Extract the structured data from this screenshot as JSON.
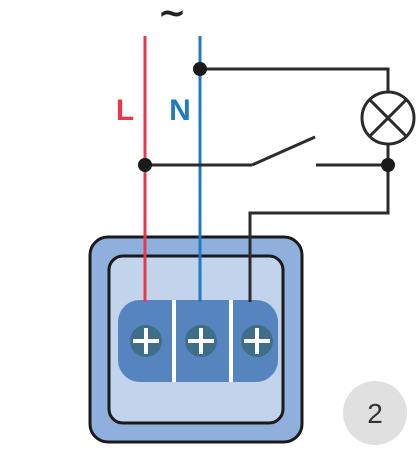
{
  "supply": {
    "symbol": "~",
    "phase_label": "L",
    "neutral_label": "N"
  },
  "colors": {
    "phase": "#e8384a",
    "neutral": "#1f7ac0",
    "wire": "#2b2b2b",
    "housing_outer": "#8fb0dc",
    "housing_inner": "#c2d3ec",
    "terminal_block": "#5584bf",
    "terminal_screw": "#3f6f88",
    "badge": "#e0e0e0"
  },
  "components": {
    "switch_icon": "switch-open-icon",
    "lamp_icon": "lamp-icon",
    "terminal_count": 3
  },
  "badge": {
    "number": "2"
  }
}
